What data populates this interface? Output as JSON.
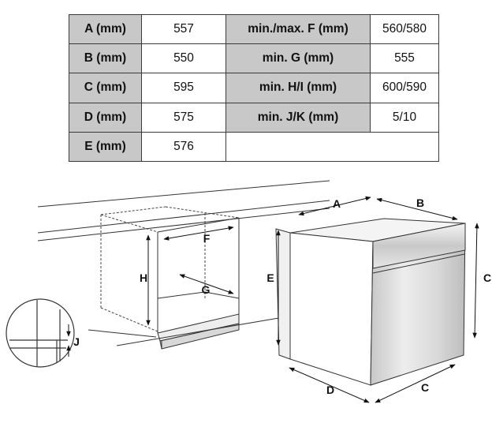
{
  "table": {
    "rows": [
      [
        "A (mm)",
        "557",
        "min./max. F (mm)",
        "560/580"
      ],
      [
        "B (mm)",
        "550",
        "min. G (mm)",
        "555"
      ],
      [
        "C (mm)",
        "595",
        "min. H/I (mm)",
        "600/590"
      ],
      [
        "D (mm)",
        "575",
        "min. J/K (mm)",
        "5/10"
      ],
      [
        "E (mm)",
        "576",
        "",
        ""
      ]
    ]
  },
  "diagram_labels": {
    "A": "A",
    "B": "B",
    "C_side": "C",
    "C_bottom": "C",
    "D": "D",
    "E": "E",
    "F": "F",
    "G": "G",
    "H": "H",
    "J": "J"
  }
}
